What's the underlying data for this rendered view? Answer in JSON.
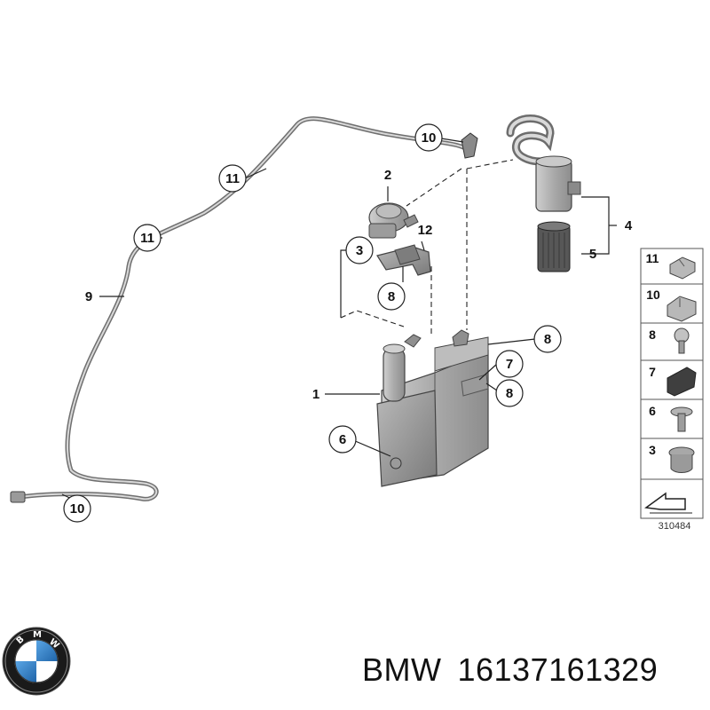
{
  "diagram": {
    "callouts": {
      "c1": "1",
      "c2": "2",
      "c3": "3",
      "c4": "4",
      "c5": "5",
      "c6": "6",
      "c7": "7",
      "c8a": "8",
      "c8b": "8",
      "c8c": "8",
      "c9": "9",
      "c10a": "10",
      "c10b": "10",
      "c11a": "11",
      "c11b": "11",
      "c12": "12"
    },
    "legend": {
      "items": [
        "11",
        "10",
        "8",
        "7",
        "6",
        "3"
      ]
    },
    "diagram_id": "310484"
  },
  "logo": {
    "letters": "BMW",
    "colors": {
      "blue": "#2f7fc4",
      "ring": "#1a1a1a",
      "white": "#ffffff"
    }
  },
  "caption": {
    "brand": "BMW",
    "part_number": "16137161329"
  }
}
